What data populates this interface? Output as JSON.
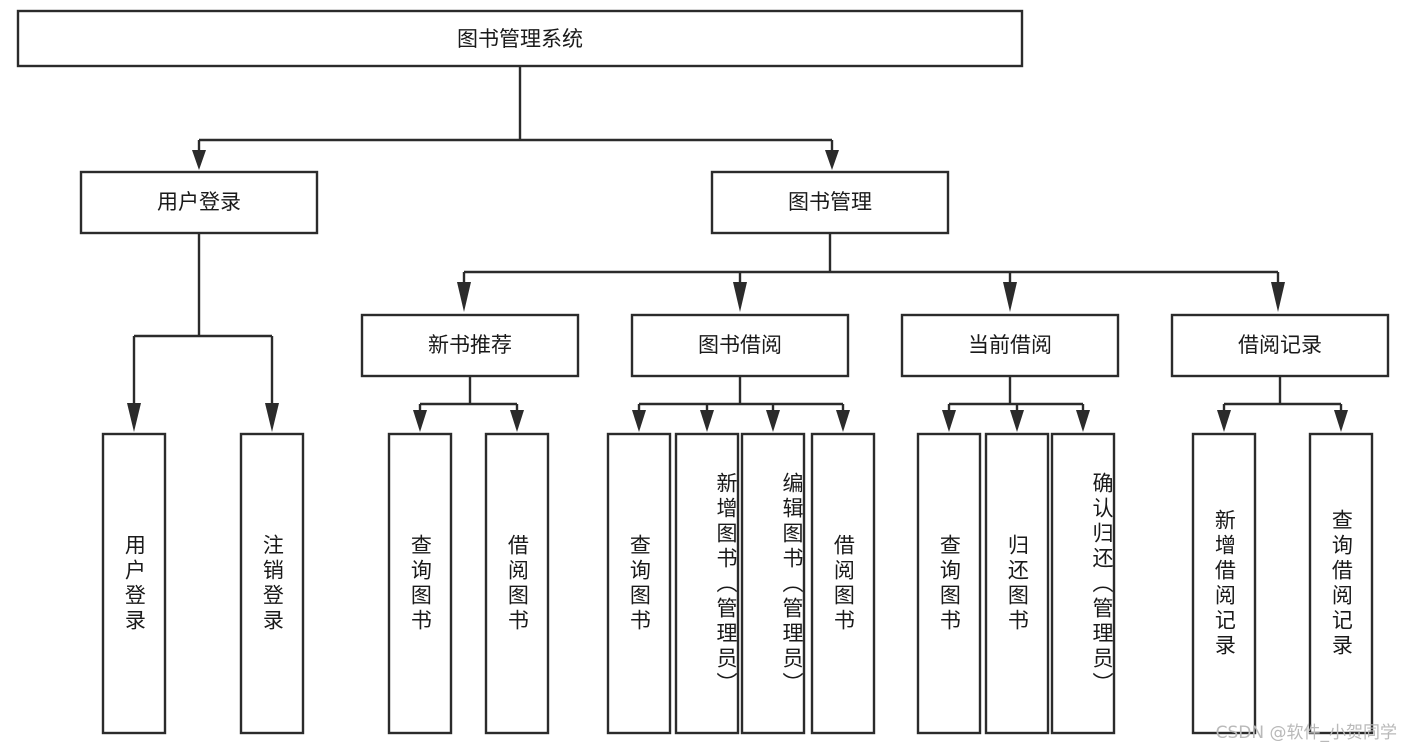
{
  "diagram": {
    "type": "tree-hierarchy",
    "title": "图书管理系统",
    "orientation": "top-down",
    "levels": 4,
    "root": {
      "id": "root",
      "label": "图书管理系统",
      "text_direction": "horizontal"
    },
    "level2": [
      {
        "id": "user-login",
        "label": "用户登录",
        "text_direction": "horizontal"
      },
      {
        "id": "book-manage",
        "label": "图书管理",
        "text_direction": "horizontal"
      }
    ],
    "level3": [
      {
        "id": "new-book-rec",
        "label": "新书推荐",
        "parent": "book-manage",
        "text_direction": "horizontal"
      },
      {
        "id": "book-borrow",
        "label": "图书借阅",
        "parent": "book-manage",
        "text_direction": "horizontal"
      },
      {
        "id": "current-borrow",
        "label": "当前借阅",
        "parent": "book-manage",
        "text_direction": "horizontal"
      },
      {
        "id": "borrow-record",
        "label": "借阅记录",
        "parent": "book-manage",
        "text_direction": "horizontal"
      }
    ],
    "leaves": [
      {
        "id": "leaf-user-login",
        "label": "用户登录",
        "parent": "user-login",
        "text_direction": "vertical"
      },
      {
        "id": "leaf-user-logout",
        "label": "注销登录",
        "parent": "user-login",
        "text_direction": "vertical"
      },
      {
        "id": "leaf-query-book-1",
        "label": "查询图书",
        "parent": "new-book-rec",
        "text_direction": "vertical"
      },
      {
        "id": "leaf-borrow-book-1",
        "label": "借阅图书",
        "parent": "new-book-rec",
        "text_direction": "vertical"
      },
      {
        "id": "leaf-query-book-2",
        "label": "查询图书",
        "parent": "book-borrow",
        "text_direction": "vertical"
      },
      {
        "id": "leaf-add-book",
        "label": "新增图书（管理员）",
        "parent": "book-borrow",
        "text_direction": "vertical"
      },
      {
        "id": "leaf-edit-book",
        "label": "编辑图书（管理员）",
        "parent": "book-borrow",
        "text_direction": "vertical"
      },
      {
        "id": "leaf-borrow-book-2",
        "label": "借阅图书",
        "parent": "book-borrow",
        "text_direction": "vertical"
      },
      {
        "id": "leaf-query-book-3",
        "label": "查询图书",
        "parent": "current-borrow",
        "text_direction": "vertical"
      },
      {
        "id": "leaf-return-book",
        "label": "归还图书",
        "parent": "current-borrow",
        "text_direction": "vertical"
      },
      {
        "id": "leaf-confirm-return",
        "label": "确认归还（管理员）",
        "parent": "current-borrow",
        "text_direction": "vertical"
      },
      {
        "id": "leaf-add-record",
        "label": "新增借阅记录",
        "parent": "borrow-record",
        "text_direction": "vertical"
      },
      {
        "id": "leaf-query-record",
        "label": "查询借阅记录",
        "parent": "borrow-record",
        "text_direction": "vertical"
      }
    ]
  },
  "watermark": {
    "text": "CSDN @软件_小贺同学"
  },
  "colors": {
    "box_stroke": "#2b2b2b",
    "box_fill": "#ffffff",
    "connector": "#2b2b2b",
    "text": "#1a1a1a",
    "watermark": "#b9b9b9",
    "background": "#ffffff"
  }
}
